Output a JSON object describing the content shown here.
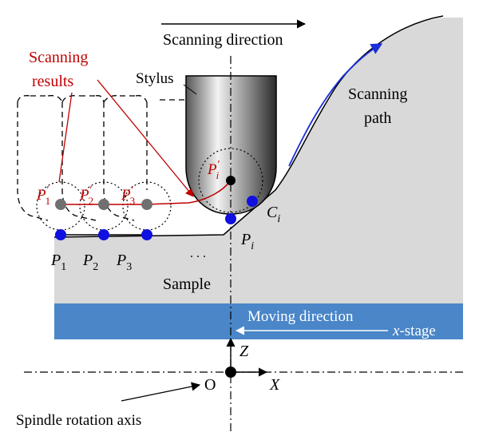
{
  "labels": {
    "scanning_direction": "Scanning direction",
    "scanning_results_line1": "Scanning",
    "scanning_results_line2": "results",
    "stylus": "Stylus",
    "scanning_path_line1": "Scanning",
    "scanning_path_line2": "path",
    "sample": "Sample",
    "moving_direction": "Moving direction",
    "x_stage_var": "x",
    "x_stage_suffix": "-stage",
    "origin": "O",
    "axis_x": "X",
    "axis_z": "Z",
    "spindle_rotation_axis": "Spindle rotation axis",
    "ellipsis": ". . .",
    "p1": "P",
    "p1_sub": "1",
    "p2": "P",
    "p2_sub": "2",
    "p3": "P",
    "p3_sub": "3",
    "pi": "P",
    "pi_sub": "i",
    "ci": "C",
    "ci_sub": "i",
    "p1_prime": "P",
    "p1_prime_sub": "1",
    "p2_prime": "P",
    "p2_prime_sub": "2",
    "p3_prime": "P",
    "p3_prime_sub": "3",
    "pi_prime": "P",
    "pi_prime_sub": "i",
    "prime_mark": "′"
  },
  "colors": {
    "sample_fill": "#d9d9d9",
    "stage_fill": "#4a86c8",
    "stage_text": "#ffffff",
    "red": "#c00000",
    "blue_point": "#1010e0",
    "gray_point": "#707070",
    "path_blue": "#1a2fd8",
    "black": "#000000"
  }
}
